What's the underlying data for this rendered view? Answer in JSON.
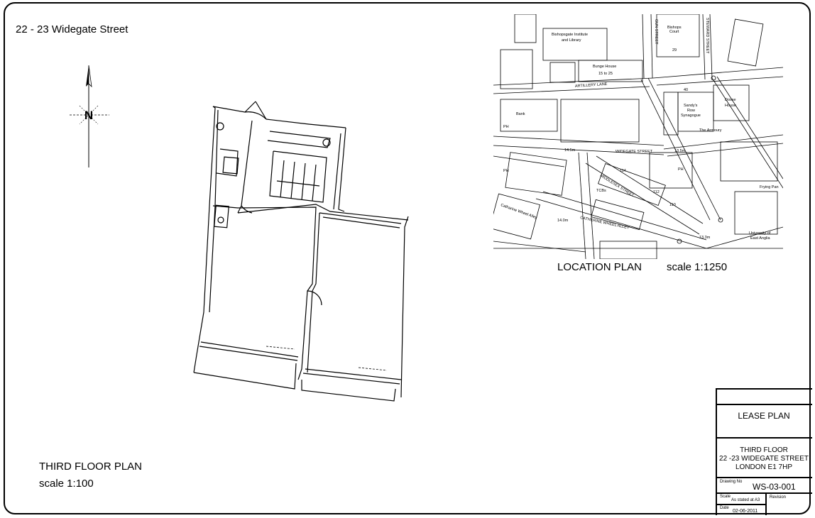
{
  "sheet": {
    "address": "22 - 23 Widegate Street"
  },
  "floor_plan": {
    "title": "THIRD FLOOR PLAN",
    "scale": "scale 1:100"
  },
  "north_arrow": {
    "letter": "N"
  },
  "location_plan": {
    "title": "LOCATION PLAN",
    "scale": "scale 1:1250",
    "labels": {
      "bishopsgate_institute": "Bishopsgate Institute",
      "and_library": "and Library",
      "bishops_court": "Bishops",
      "bishops_court2": "Court",
      "bunge_house": "Bunge House",
      "bunge_range": "15 to 25",
      "artillery_lane": "ARTILLERY LANE",
      "sandys_row": "Sandy's",
      "sandys_row2": "Row",
      "synagogue": "Synagogue",
      "dosse_house": "Dosse",
      "dosse_house2": "House",
      "the_armoury": "The Armoury",
      "widegate_street": "WIDEGATE STREET",
      "middlesex_street": "MIDDLESEX STREET",
      "catherine_wheel_alley": "CATHERINE WHEEL ALLEY",
      "catharine_wheel_alley2": "Catharine Wheel Alley",
      "frying_pan": "Frying Pan",
      "university": "University of",
      "university2": "East Anglia",
      "bank": "Bank",
      "ph1": "PH",
      "ph2": "PH",
      "ph3": "PH",
      "tcb": "TCBs",
      "lvl1": "14.5m",
      "lvl2": "14.0m",
      "lvl3": "13.3m",
      "lvl4": "13.5m",
      "gun_street": "GUN STREET",
      "steward_street": "STEWARD STREET",
      "num114": "114",
      "num112": "112",
      "num110": "110",
      "num29": "29",
      "num40": "40"
    }
  },
  "title_block": {
    "lease_plan": "LEASE PLAN",
    "desc_line1": "THIRD FLOOR",
    "desc_line2": "22 -23 WIDEGATE STREET",
    "desc_line3": "LONDON  E1 7HP",
    "drawing_no_label": "Drawing No",
    "drawing_no": "WS-03-001",
    "scale_label": "Scale",
    "scale_value": "As stated at A3",
    "revision_label": "Revision",
    "date_label": "Date",
    "date_value": "02-06-2011"
  }
}
